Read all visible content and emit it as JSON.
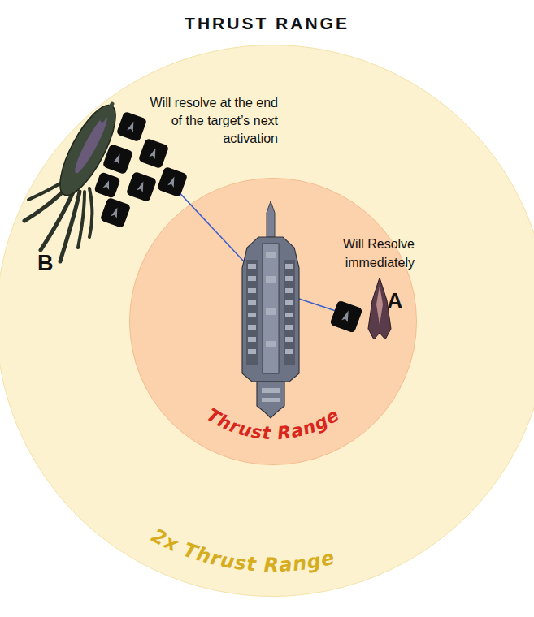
{
  "diagram": {
    "title": "THRUST RANGE",
    "nodes": [
      {
        "text": [
          "2x Thrust Range"
        ]
      },
      {
        "text": [
          "Thrust Range"
        ],
        "in": 0
      }
    ],
    "labels": [
      "Will resolve at the end of the target’s next activation",
      "Will Resolve immediately",
      "A",
      "B"
    ]
  }
}
